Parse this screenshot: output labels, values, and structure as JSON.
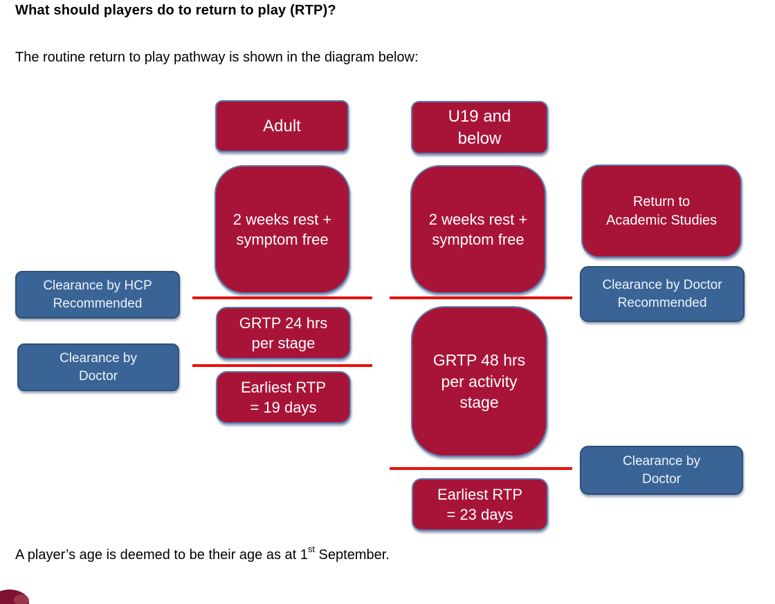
{
  "page": {
    "heading": "What should players do to return to play (RTP)?",
    "intro": "The routine return to play pathway is shown in the diagram below:",
    "footnote": {
      "prefix": "A player’s age is deemed to be their age as at 1",
      "superscript": "st",
      "suffix": " September."
    }
  },
  "diagram": {
    "colors": {
      "box_red": "#A81438",
      "box_blue": "#3A6496",
      "connector_red": "#E8100C",
      "box_text": "#FFFFFF"
    },
    "boxes": {
      "adult_header": {
        "lines": [
          "Adult"
        ]
      },
      "u19_header": {
        "lines": [
          "U19 and",
          "below"
        ]
      },
      "adult_rest": {
        "lines": [
          "2 weeks rest +",
          "symptom free"
        ]
      },
      "u19_rest": {
        "lines": [
          "2 weeks rest +",
          "symptom free"
        ]
      },
      "adult_grtp": {
        "lines": [
          "GRTP 24 hrs",
          "per stage"
        ]
      },
      "adult_earliest_rtp": {
        "lines": [
          "Earliest RTP",
          "= 19 days"
        ]
      },
      "u19_grtp": {
        "lines": [
          "GRTP 48 hrs",
          "per activity",
          "stage"
        ]
      },
      "u19_earliest_rtp": {
        "lines": [
          "Earliest RTP",
          "= 23 days"
        ]
      },
      "clearance_hcp": {
        "lines": [
          "Clearance by HCP",
          "Recommended"
        ]
      },
      "clearance_doctor_left": {
        "lines": [
          "Clearance by",
          "Doctor"
        ]
      },
      "return_academic": {
        "lines": [
          "Return to",
          "Academic Studies"
        ]
      },
      "clearance_doctor_recommended": {
        "lines": [
          "Clearance by Doctor",
          "Recommended"
        ]
      },
      "clearance_doctor_right": {
        "lines": [
          "Clearance by",
          "Doctor"
        ]
      }
    }
  }
}
